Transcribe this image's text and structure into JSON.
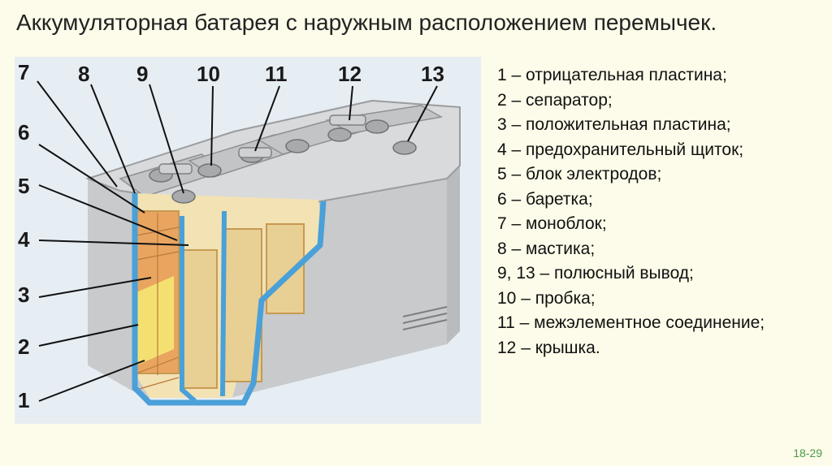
{
  "slide": {
    "title": "Аккумуляторная батарея с наружным расположением перемычек.",
    "page_number": "18-29"
  },
  "figure": {
    "callouts": [
      "7",
      "8",
      "9",
      "10",
      "11",
      "12",
      "13",
      "6",
      "5",
      "4",
      "3",
      "2",
      "1"
    ]
  },
  "legend": {
    "items": [
      "1 – отрицательная пластина;",
      "2 – сепаратор;",
      "3 – положительная пластина;",
      "4 – предохранительный щиток;",
      "5 – блок электродов;",
      "6 – баретка;",
      "7 – моноблок;",
      "8 – мастика;",
      "9, 13 – полюсный вывод;",
      "10 – пробка;",
      "11 – межэлементное соединение;",
      "12 – крышка."
    ]
  }
}
